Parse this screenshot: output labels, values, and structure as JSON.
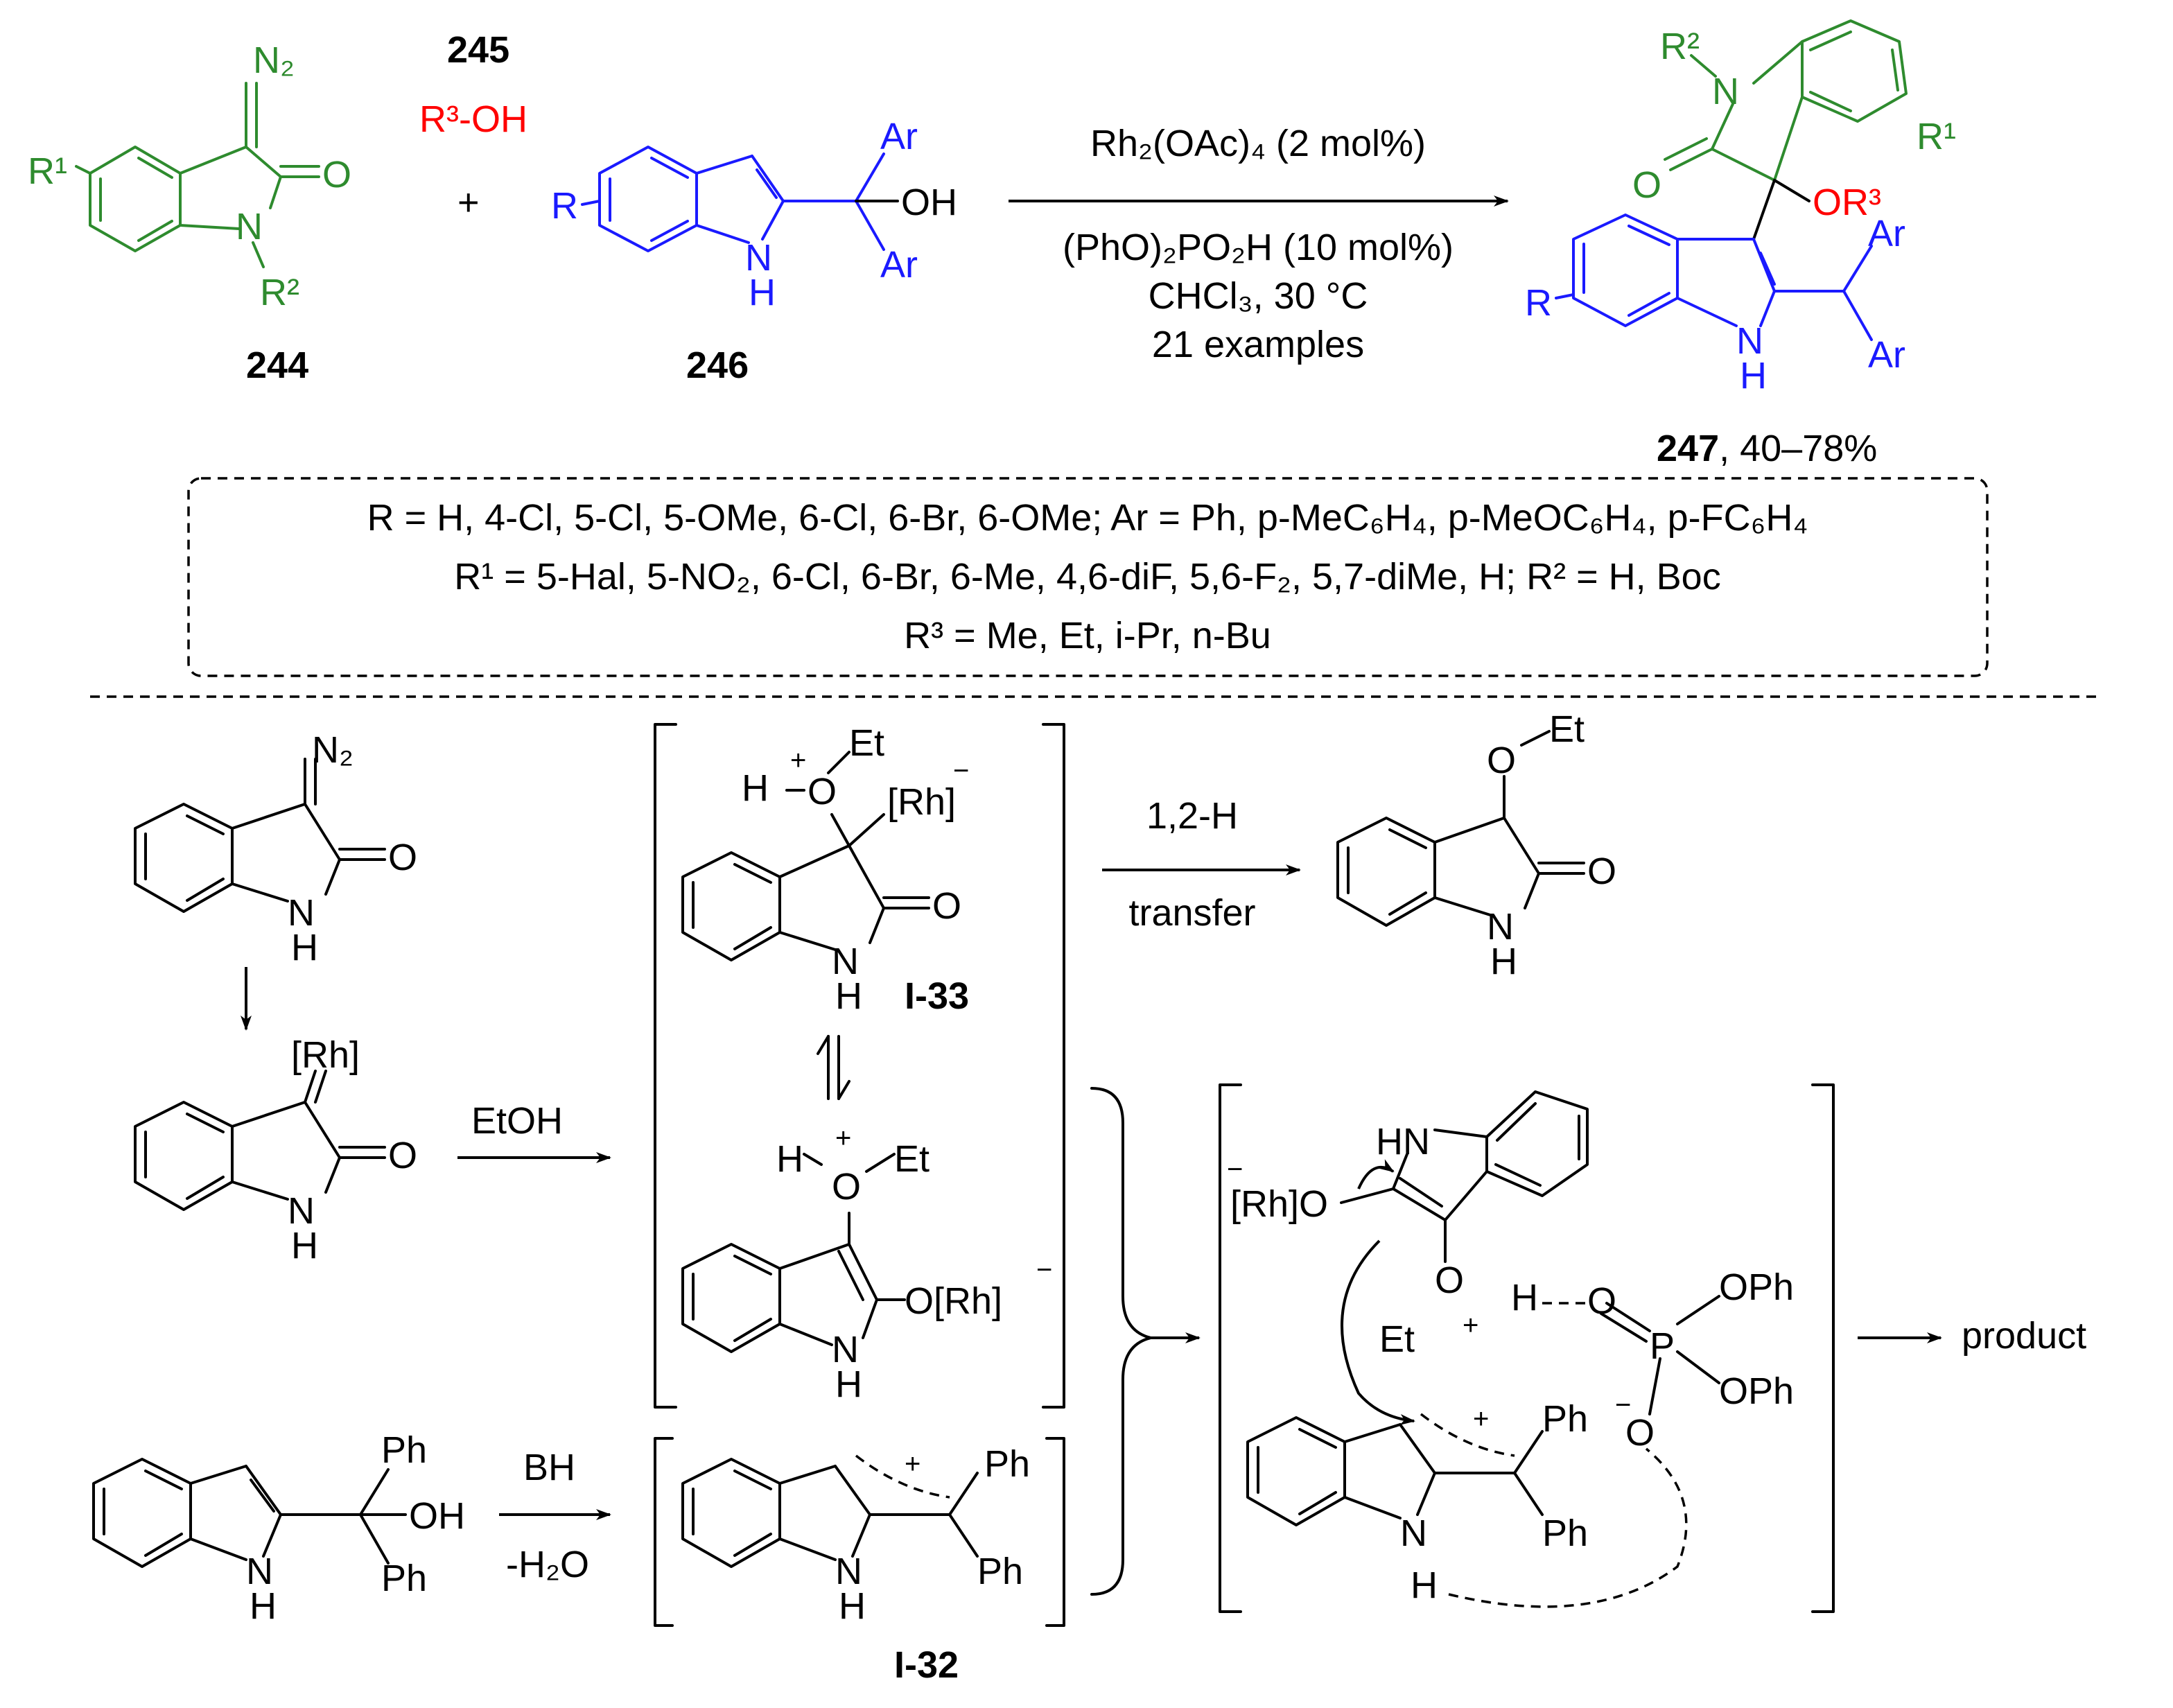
{
  "reaction": {
    "compounds": {
      "c244": "244",
      "c245": "245",
      "c246": "246",
      "c247": "247",
      "c247_yield": ", 40–78%"
    },
    "reagent_245": "R³-OH",
    "plus": "+",
    "conditions": {
      "line1": "Rh₂(OAc)₄ (2 mol%)",
      "line2": "(PhO)₂PO₂H (10 mol%)",
      "line3": "CHCl₃, 30 °C",
      "line4": "21 examples"
    },
    "atoms": {
      "N2": "N₂",
      "O": "O",
      "N": "N",
      "H": "H",
      "NH": "N",
      "R1": "R¹",
      "R2": "R²",
      "R": "R",
      "Ar": "Ar",
      "OH": "OH",
      "OR3": "OR³"
    }
  },
  "scope_box": {
    "line1": "R = H, 4-Cl, 5-Cl, 5-OMe, 6-Cl, 6-Br, 6-OMe; Ar = Ph, p-MeC₆H₄, p-MeOC₆H₄, p-FC₆H₄",
    "line2": "R¹ = 5-Hal, 5-NO₂, 6-Cl, 6-Br, 6-Me, 4,6-diF, 5,6-F₂, 5,7-diMe, H;  R² = H, Boc",
    "line3": "R³ = Me, Et, i-Pr, n-Bu"
  },
  "mechanism": {
    "rh_label": "[Rh]",
    "etoh": "EtOH",
    "et": "Et",
    "h_plus": "H",
    "plus_sign": "+",
    "minus_sign": "−",
    "orh": "O[Rh]",
    "rho": "[Rh]O",
    "transfer_top": "1,2-H",
    "transfer_bottom": "transfer",
    "i33": "I-33",
    "i32": "I-32",
    "bh": "BH",
    "minus_h2o": "-H₂O",
    "ph": "Ph",
    "oph": "OPh",
    "p": "P",
    "hn": "HN",
    "product": "product"
  },
  "colors": {
    "green": "#2e8b2e",
    "blue": "#1a1aff",
    "red": "#ff0000",
    "black": "#000000"
  }
}
